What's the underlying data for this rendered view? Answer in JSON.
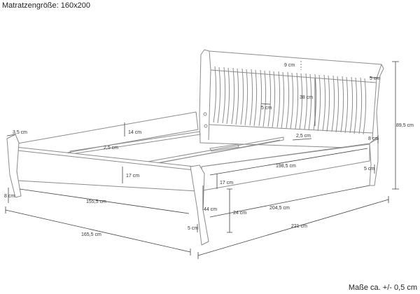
{
  "header": {
    "mattress_size": "Matratzengröße: 160x200"
  },
  "footer": {
    "tolerance": "Maße ca. +/- 0,5 cm"
  },
  "dimensions": {
    "post_top": "3,5 cm",
    "side_rail_height": "14 cm",
    "slat_support": "2,5 cm",
    "foot_panel_height": "17 cm",
    "leg_height_left": "8 cm",
    "inner_width": "155,5 cm",
    "outer_width": "165,5 cm",
    "foot_leg_bottom": "5 cm",
    "side_rail_lower": "17 cm",
    "under_rail_clearance": "44 cm",
    "floor_to_rail": "24 cm",
    "inner_length_rail": "198,5 cm",
    "inner_length_floor": "204,5 cm",
    "outer_length": "221 cm",
    "headboard_top_rail": "9 cm",
    "headboard_post_width": "5 cm",
    "headboard_slat_spacing": "5 cm",
    "headboard_slat_height": "38 cm",
    "headboard_rail_small": "2,5 cm",
    "head_rail_height": "8 cm",
    "head_leg": "5 cm",
    "total_height": "89,5 cm"
  }
}
